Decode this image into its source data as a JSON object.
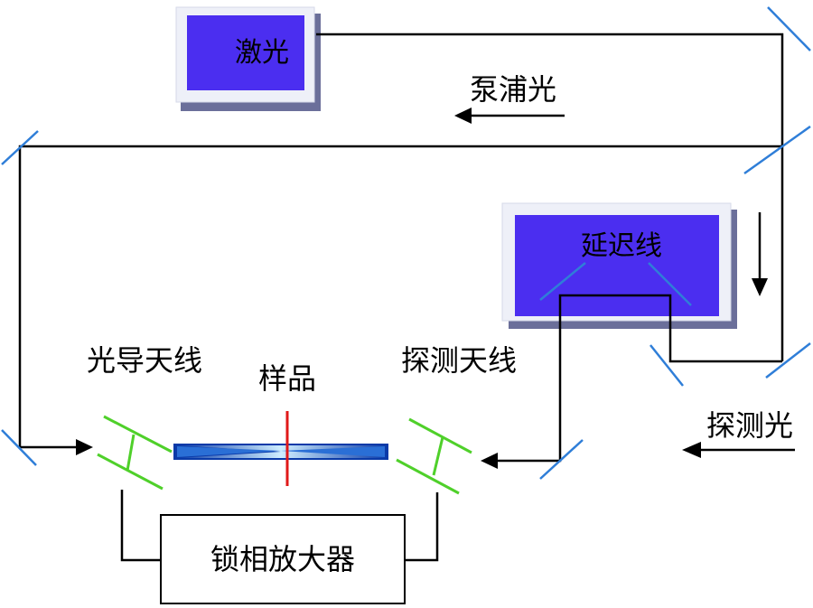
{
  "labels": {
    "laser": "激光",
    "pump_light": "泵浦光",
    "delay_line": "延迟线",
    "photoconductive_antenna": "光导天线",
    "sample": "样品",
    "detection_antenna": "探测天线",
    "probe_light": "探测光",
    "lockin_amplifier": "锁相放大器"
  },
  "colors": {
    "box_fill": "#4b2ef0",
    "box_frame": "#eef0f8",
    "box_shadow": "#6b6f9a",
    "mirror": "#2f7ed8",
    "antenna": "#4fd02a",
    "sample_line": "#e01919",
    "beam_dark": "#0a3aa8",
    "beam_light": "#cfeeff",
    "line": "#000000"
  }
}
